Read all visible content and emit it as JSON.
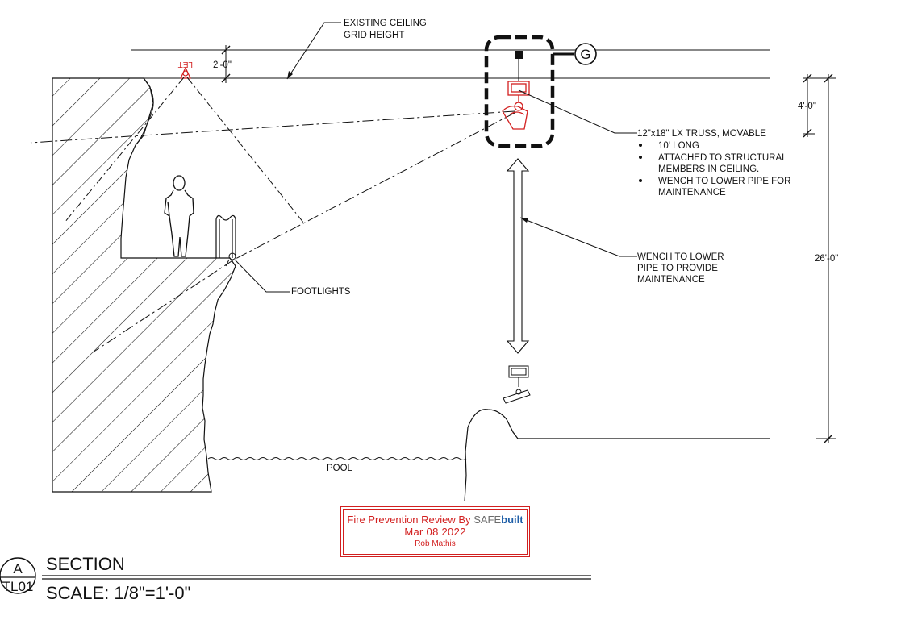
{
  "notes": {
    "ceiling": [
      "EXISTING CEILING",
      "GRID HEIGHT"
    ],
    "dim_top": "2'-0\"",
    "dim_right_small": "4'-0\"",
    "dim_right_big": "26'-0\"",
    "let_tag": "LET",
    "grid_bubble": "G",
    "truss_title": "12\"x18\" LX TRUSS, MOVABLE",
    "truss_bullets": [
      [
        "10' LONG"
      ],
      [
        "ATTACHED TO STRUCTURAL",
        "MEMBERS IN CEILING."
      ],
      [
        "WENCH TO LOWER PIPE FOR",
        "MAINTENANCE"
      ]
    ],
    "wench": [
      "WENCH TO LOWER",
      "PIPE TO PROVIDE",
      "MAINTENANCE"
    ],
    "footlights": "FOOTLIGHTS",
    "pool": "POOL"
  },
  "title_block": {
    "bubble_letter": "A",
    "bubble_sheet": "TL01",
    "title": "SECTION",
    "scale": "SCALE: 1/8\"=1'-0\""
  },
  "stamp": {
    "line1": "Fire Prevention Review By",
    "brand_a": "SAFE",
    "brand_b": "built",
    "date": "Mar  08  2022",
    "name": "Rob Mathis"
  },
  "colors": {
    "ink": "#111111",
    "markup": "#d21f1f"
  }
}
